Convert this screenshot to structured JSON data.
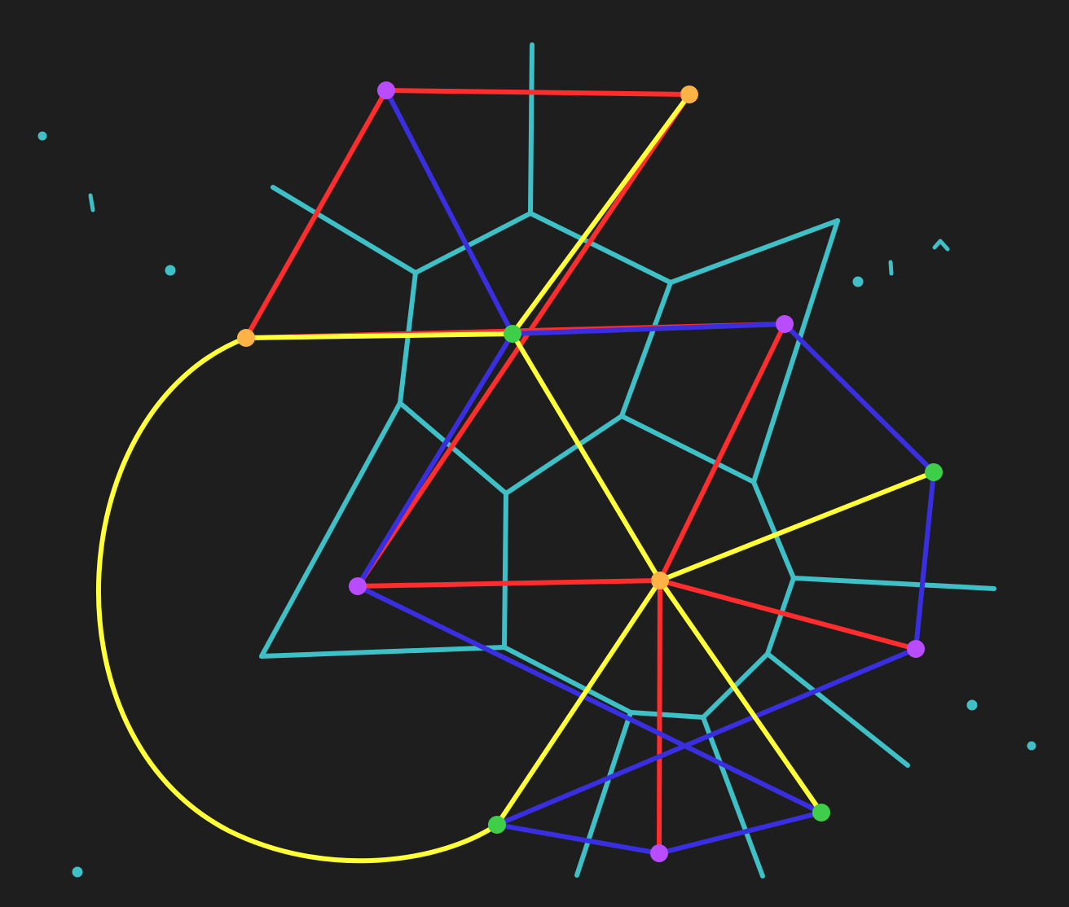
{
  "diagram": {
    "background": "#1e1e1e",
    "colors": {
      "red": "#ff2d2d",
      "blue": "#3a2fe0",
      "yellow": "#ffff3a",
      "teal": "#3fbfc6",
      "node_purple": "#b94cff",
      "node_orange": "#ffb347",
      "node_green": "#3fce4a"
    },
    "nodes": [
      {
        "id": "p1",
        "color": "node_purple"
      },
      {
        "id": "o1",
        "color": "node_orange"
      },
      {
        "id": "o2",
        "color": "node_orange"
      },
      {
        "id": "g1",
        "color": "node_green"
      },
      {
        "id": "p2",
        "color": "node_purple"
      },
      {
        "id": "g2",
        "color": "node_green"
      },
      {
        "id": "p3",
        "color": "node_purple"
      },
      {
        "id": "o3",
        "color": "node_orange"
      },
      {
        "id": "p4",
        "color": "node_purple"
      },
      {
        "id": "g3",
        "color": "node_green"
      },
      {
        "id": "g4",
        "color": "node_green"
      },
      {
        "id": "p5",
        "color": "node_purple"
      }
    ],
    "edges": {
      "red": [
        [
          "p1",
          "o1"
        ],
        [
          "o1",
          "p2"
        ],
        [
          "p1",
          "o2"
        ],
        [
          "o2",
          "p3"
        ],
        [
          "p3",
          "o3"
        ],
        [
          "o3",
          "p2"
        ],
        [
          "o3",
          "p4"
        ],
        [
          "o3",
          "p5"
        ]
      ],
      "blue": [
        [
          "p1",
          "g1"
        ],
        [
          "g1",
          "p2"
        ],
        [
          "p2",
          "g2"
        ],
        [
          "g2",
          "p4"
        ],
        [
          "p4",
          "g3"
        ],
        [
          "g3",
          "p5"
        ],
        [
          "p5",
          "g4"
        ],
        [
          "g4",
          "p3"
        ],
        [
          "g1",
          "p3"
        ]
      ],
      "yellow": [
        [
          "o1",
          "g1"
        ],
        [
          "o2",
          "g1"
        ],
        [
          "g1",
          "o3"
        ],
        [
          "o3",
          "g2"
        ],
        [
          "o3",
          "g3"
        ],
        [
          "o3",
          "g4"
        ]
      ]
    }
  }
}
